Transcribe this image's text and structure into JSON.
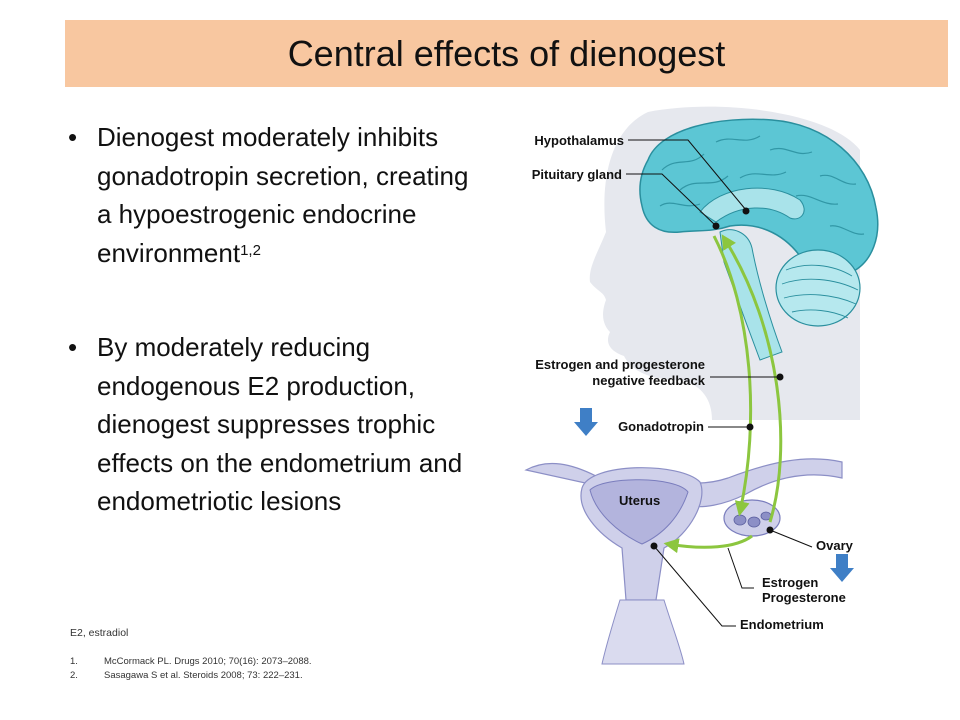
{
  "title": "Central effects of dienogest",
  "bullets": [
    {
      "symbol": "•",
      "text": "Dienogest moderately inhibits gonadotropin secretion, creating a hypoestrogenic endocrine environment",
      "sup": "1,2"
    },
    {
      "symbol": "•",
      "text": "By moderately reducing endogenous E2 production, dienogest suppresses trophic effects on the endometrium and endometriotic lesions"
    }
  ],
  "abbreviation": "E2, estradiol",
  "references": [
    {
      "num": "1.",
      "text": "McCormack PL. Drugs 2010;  70(16): 2073–2088."
    },
    {
      "num": "2.",
      "text": "Sasagawa S et al. Steroids 2008; 73: 222–231."
    }
  ],
  "diagram": {
    "labels": {
      "hypothalamus": "Hypothalamus",
      "pituitary": "Pituitary gland",
      "feedback_line1": "Estrogen and progesterone",
      "feedback_line2": "negative feedback",
      "gonadotropin": "Gonadotropin",
      "uterus": "Uterus",
      "ovary": "Ovary",
      "estrogen": "Estrogen",
      "progesterone": "Progesterone",
      "endometrium": "Endometrium"
    },
    "colors": {
      "brain": "#5cc6d4",
      "brain_outline": "#2a8f9e",
      "head": "#e6e8ee",
      "uterus": "#cfd0ea",
      "uterus_outline": "#8c8fc6",
      "arrow_green": "#8cc63f",
      "down_arrow": "#3f7fc6",
      "leader": "#111111"
    }
  }
}
